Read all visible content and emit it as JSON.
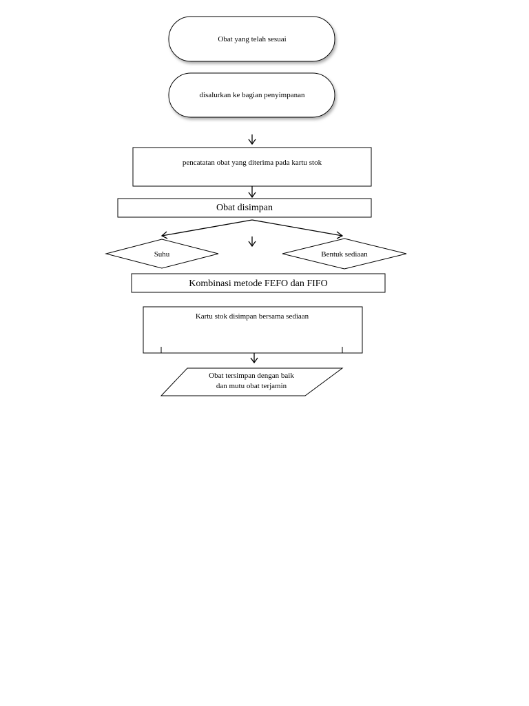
{
  "flowchart": {
    "start_1": "Obat yang telah sesuai",
    "start_2": "disalurkan ke bagian penyimpanan",
    "process_record": "pencatatan obat yang diterima  pada kartu stok",
    "process_store": "Obat disimpan",
    "decision_temperature": "Suhu",
    "decision_form": "Bentuk sediaan",
    "process_method": "Kombinasi metode FEFO dan FIFO",
    "process_card": "Kartu stok disimpan bersama sediaan",
    "output_line_1": "Obat tersimpan dengan baik",
    "output_line_2": "dan mutu obat terjamin"
  },
  "colors": {
    "stroke": "#000000",
    "fill": "#ffffff",
    "shadow": "#9a9a9a"
  }
}
